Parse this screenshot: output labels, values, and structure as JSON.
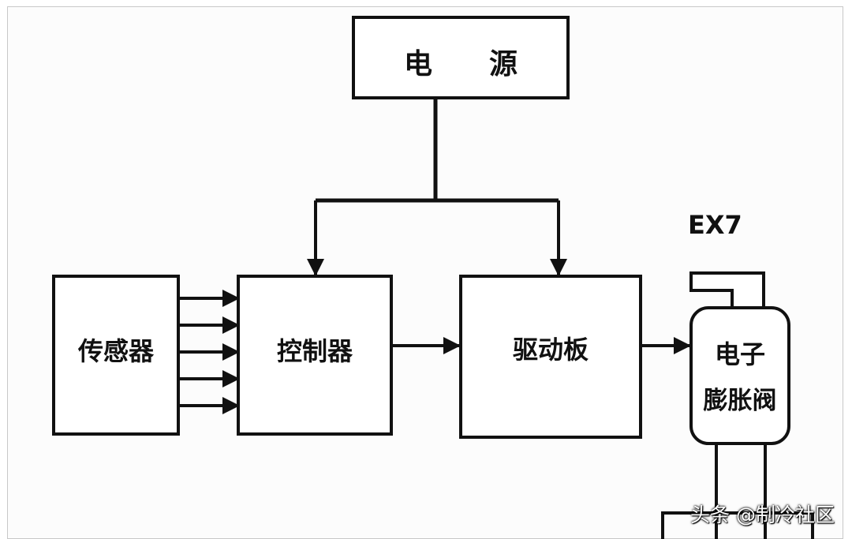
{
  "boxes": {
    "power": "电　　源",
    "sensor": "传感器",
    "controller": "控制器",
    "driver": "驱动板",
    "valve_line1": "电子",
    "valve_line2": "膨胀阀"
  },
  "valve_model": "EX7",
  "watermark": "头条 @制冷社区"
}
